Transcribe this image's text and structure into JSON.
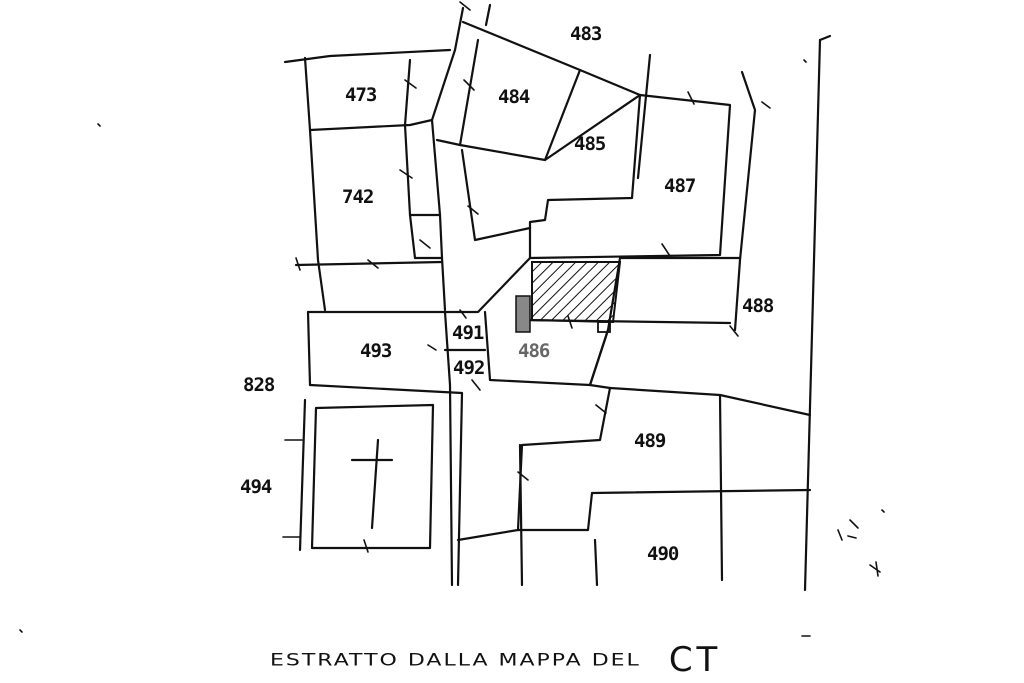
{
  "map": {
    "parcels": [
      {
        "id": "p-483-top",
        "label": "483"
      },
      {
        "id": "p-473",
        "label": "473"
      },
      {
        "id": "p-484",
        "label": "484"
      },
      {
        "id": "p-485",
        "label": "485"
      },
      {
        "id": "p-487",
        "label": "487"
      },
      {
        "id": "p-742",
        "label": "742"
      },
      {
        "id": "p-488",
        "label": "488"
      },
      {
        "id": "p-493",
        "label": "493"
      },
      {
        "id": "p-491",
        "label": "491"
      },
      {
        "id": "p-492",
        "label": "492"
      },
      {
        "id": "p-486",
        "label": "486"
      },
      {
        "id": "p-828",
        "label": "828"
      },
      {
        "id": "p-494",
        "label": "494"
      },
      {
        "id": "p-489",
        "label": "489"
      },
      {
        "id": "p-490",
        "label": "490"
      }
    ]
  },
  "caption": {
    "text": "ESTRATTO DALLA MAPPA DEL",
    "suffix": "CT"
  }
}
